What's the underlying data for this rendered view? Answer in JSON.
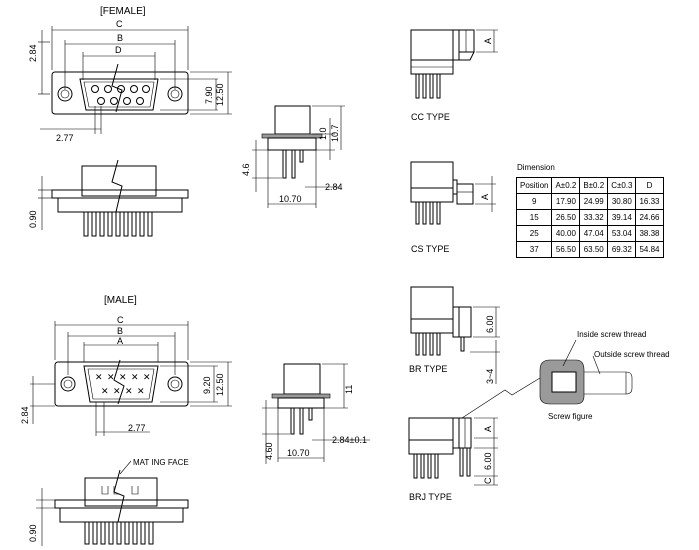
{
  "female": {
    "title": "[FEMALE]",
    "dims": {
      "c": "C",
      "b": "B",
      "d": "D",
      "d284": "2.84",
      "d277": "2.77",
      "d790": "7.90",
      "d1250": "12.50",
      "d090": "0.90"
    }
  },
  "male": {
    "title": "[MALE]",
    "dims": {
      "c": "C",
      "b": "B",
      "a": "A",
      "d284": "2.84",
      "d277": "2.77",
      "d920": "9.20",
      "d1250": "12.50",
      "d090": "0.90"
    },
    "mating_face": "MAT ING FACE"
  },
  "side_female": {
    "d10": "1.0",
    "d107": "10.7",
    "d46": "4.6",
    "d284": "2.84",
    "d1070": "10.70"
  },
  "side_male": {
    "d11": "11",
    "d460": "4.60",
    "d284": "2.84±0.1",
    "d1070": "10.70"
  },
  "types": {
    "cc": "CC TYPE",
    "cc_a": "A",
    "cs": "CS TYPE",
    "cs_a": "A",
    "br": "BR TYPE",
    "br_600": "6.00",
    "br_34": "3~4",
    "brj": "BRJ TYPE",
    "brj_a": "A",
    "brj_600": "6.00",
    "brj_c": "C"
  },
  "screw": {
    "inside": "Inside screw thread",
    "outside": "Outside screw thread",
    "figure": "Screw figure"
  },
  "dimension_table": {
    "caption": "Dimension",
    "headers": [
      "Position",
      "A±0.2",
      "B±0.2",
      "C±0.3",
      "D"
    ],
    "rows": [
      [
        "9",
        "17.90",
        "24.99",
        "30.80",
        "16.33"
      ],
      [
        "15",
        "26.50",
        "33.32",
        "39.14",
        "24.66"
      ],
      [
        "25",
        "40.00",
        "47.04",
        "53.04",
        "38.38"
      ],
      [
        "37",
        "56.50",
        "63.50",
        "69.32",
        "54.84"
      ]
    ]
  }
}
